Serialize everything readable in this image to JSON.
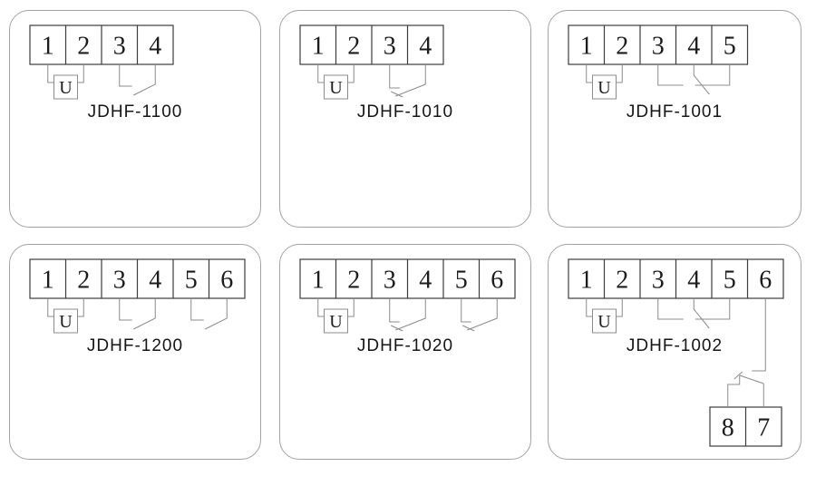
{
  "figure": {
    "description": "Six relay terminal wiring diagrams",
    "background": "#ffffff"
  },
  "colors": {
    "panel_border": "#a3a3a3",
    "block_outline": "#3c3c3c",
    "wire": "#8c8c8c",
    "text": "#1c1c1c"
  },
  "panels": [
    {
      "label": "JDHF-1100",
      "terminals": [
        "1",
        "2",
        "3",
        "4"
      ],
      "coil_label": "U",
      "coil_terminals": [
        "1",
        "2"
      ],
      "contacts": [
        {
          "type": "no",
          "a": 3,
          "b": 4
        }
      ]
    },
    {
      "label": "JDHF-1010",
      "terminals": [
        "1",
        "2",
        "3",
        "4"
      ],
      "coil_label": "U",
      "coil_terminals": [
        "1",
        "2"
      ],
      "contacts": [
        {
          "type": "nc",
          "a": 3,
          "b": 4
        }
      ]
    },
    {
      "label": "JDHF-1001",
      "terminals": [
        "1",
        "2",
        "3",
        "4",
        "5"
      ],
      "coil_label": "U",
      "coil_terminals": [
        "1",
        "2"
      ],
      "contacts": [
        {
          "type": "co",
          "a": 3,
          "b": 4,
          "c": 5
        }
      ]
    },
    {
      "label": "JDHF-1200",
      "terminals": [
        "1",
        "2",
        "3",
        "4",
        "5",
        "6"
      ],
      "coil_label": "U",
      "coil_terminals": [
        "1",
        "2"
      ],
      "contacts": [
        {
          "type": "no",
          "a": 3,
          "b": 4
        },
        {
          "type": "no",
          "a": 5,
          "b": 6
        }
      ]
    },
    {
      "label": "JDHF-1020",
      "terminals": [
        "1",
        "2",
        "3",
        "4",
        "5",
        "6"
      ],
      "coil_label": "U",
      "coil_terminals": [
        "1",
        "2"
      ],
      "contacts": [
        {
          "type": "nc",
          "a": 3,
          "b": 4
        },
        {
          "type": "nc",
          "a": 5,
          "b": 6
        }
      ]
    },
    {
      "label": "JDHF-1002",
      "terminals": [
        "1",
        "2",
        "3",
        "4",
        "5",
        "6"
      ],
      "coil_label": "U",
      "coil_terminals": [
        "1",
        "2"
      ],
      "contacts": [
        {
          "type": "co",
          "a": 3,
          "b": 4,
          "c": 5
        }
      ],
      "aux_block": {
        "terminals": [
          "8",
          "7"
        ],
        "feed_terminal": 6,
        "contact_type": "co-mirrored"
      }
    }
  ]
}
